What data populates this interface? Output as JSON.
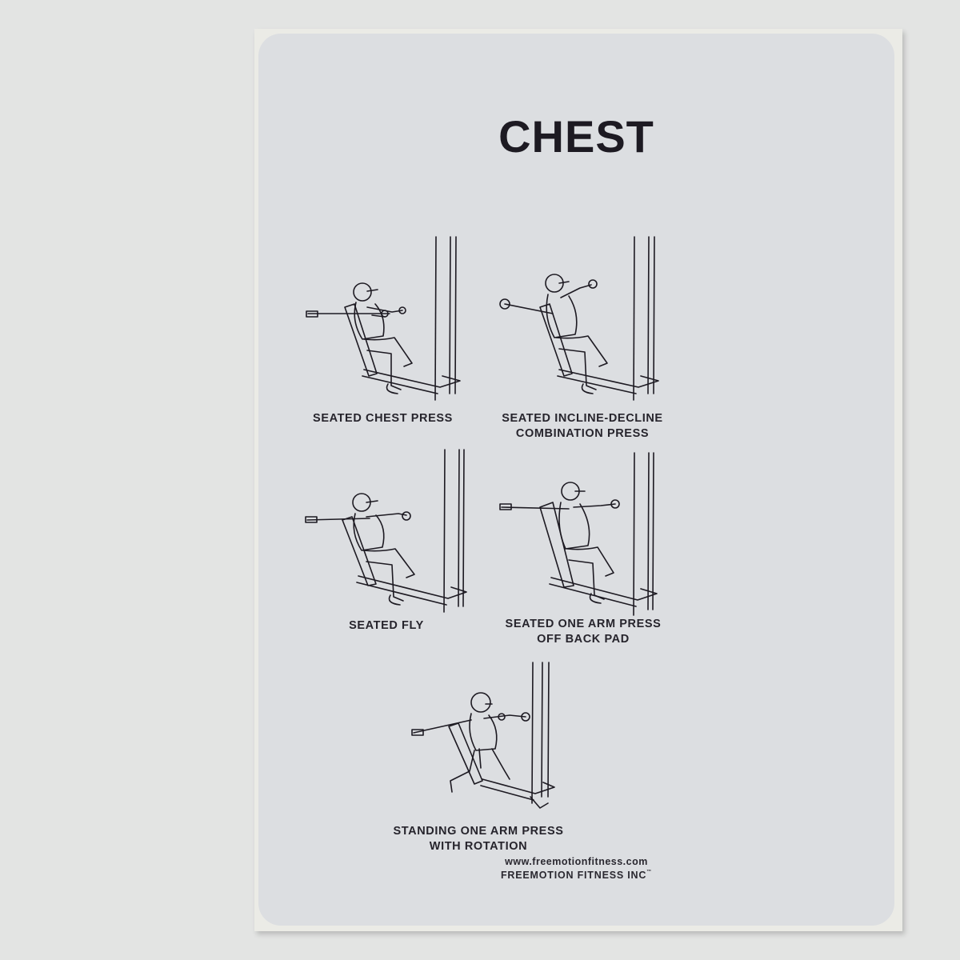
{
  "poster": {
    "title": "CHEST",
    "colors": {
      "background": "#e3e4e3",
      "sticker": "#dcdee1",
      "ink": "#1d1a22"
    },
    "exercises": [
      {
        "line1": "SEATED CHEST PRESS",
        "line2": ""
      },
      {
        "line1": "SEATED INCLINE-DECLINE",
        "line2": "COMBINATION PRESS"
      },
      {
        "line1": "SEATED FLY",
        "line2": ""
      },
      {
        "line1": "SEATED ONE ARM PRESS",
        "line2": "OFF BACK PAD"
      },
      {
        "line1": "STANDING ONE ARM PRESS",
        "line2": "WITH ROTATION"
      }
    ],
    "footer": {
      "url": "www.freemotionfitness.com",
      "company": "FREEMOTION FITNESS INC",
      "trademark": "™"
    }
  }
}
